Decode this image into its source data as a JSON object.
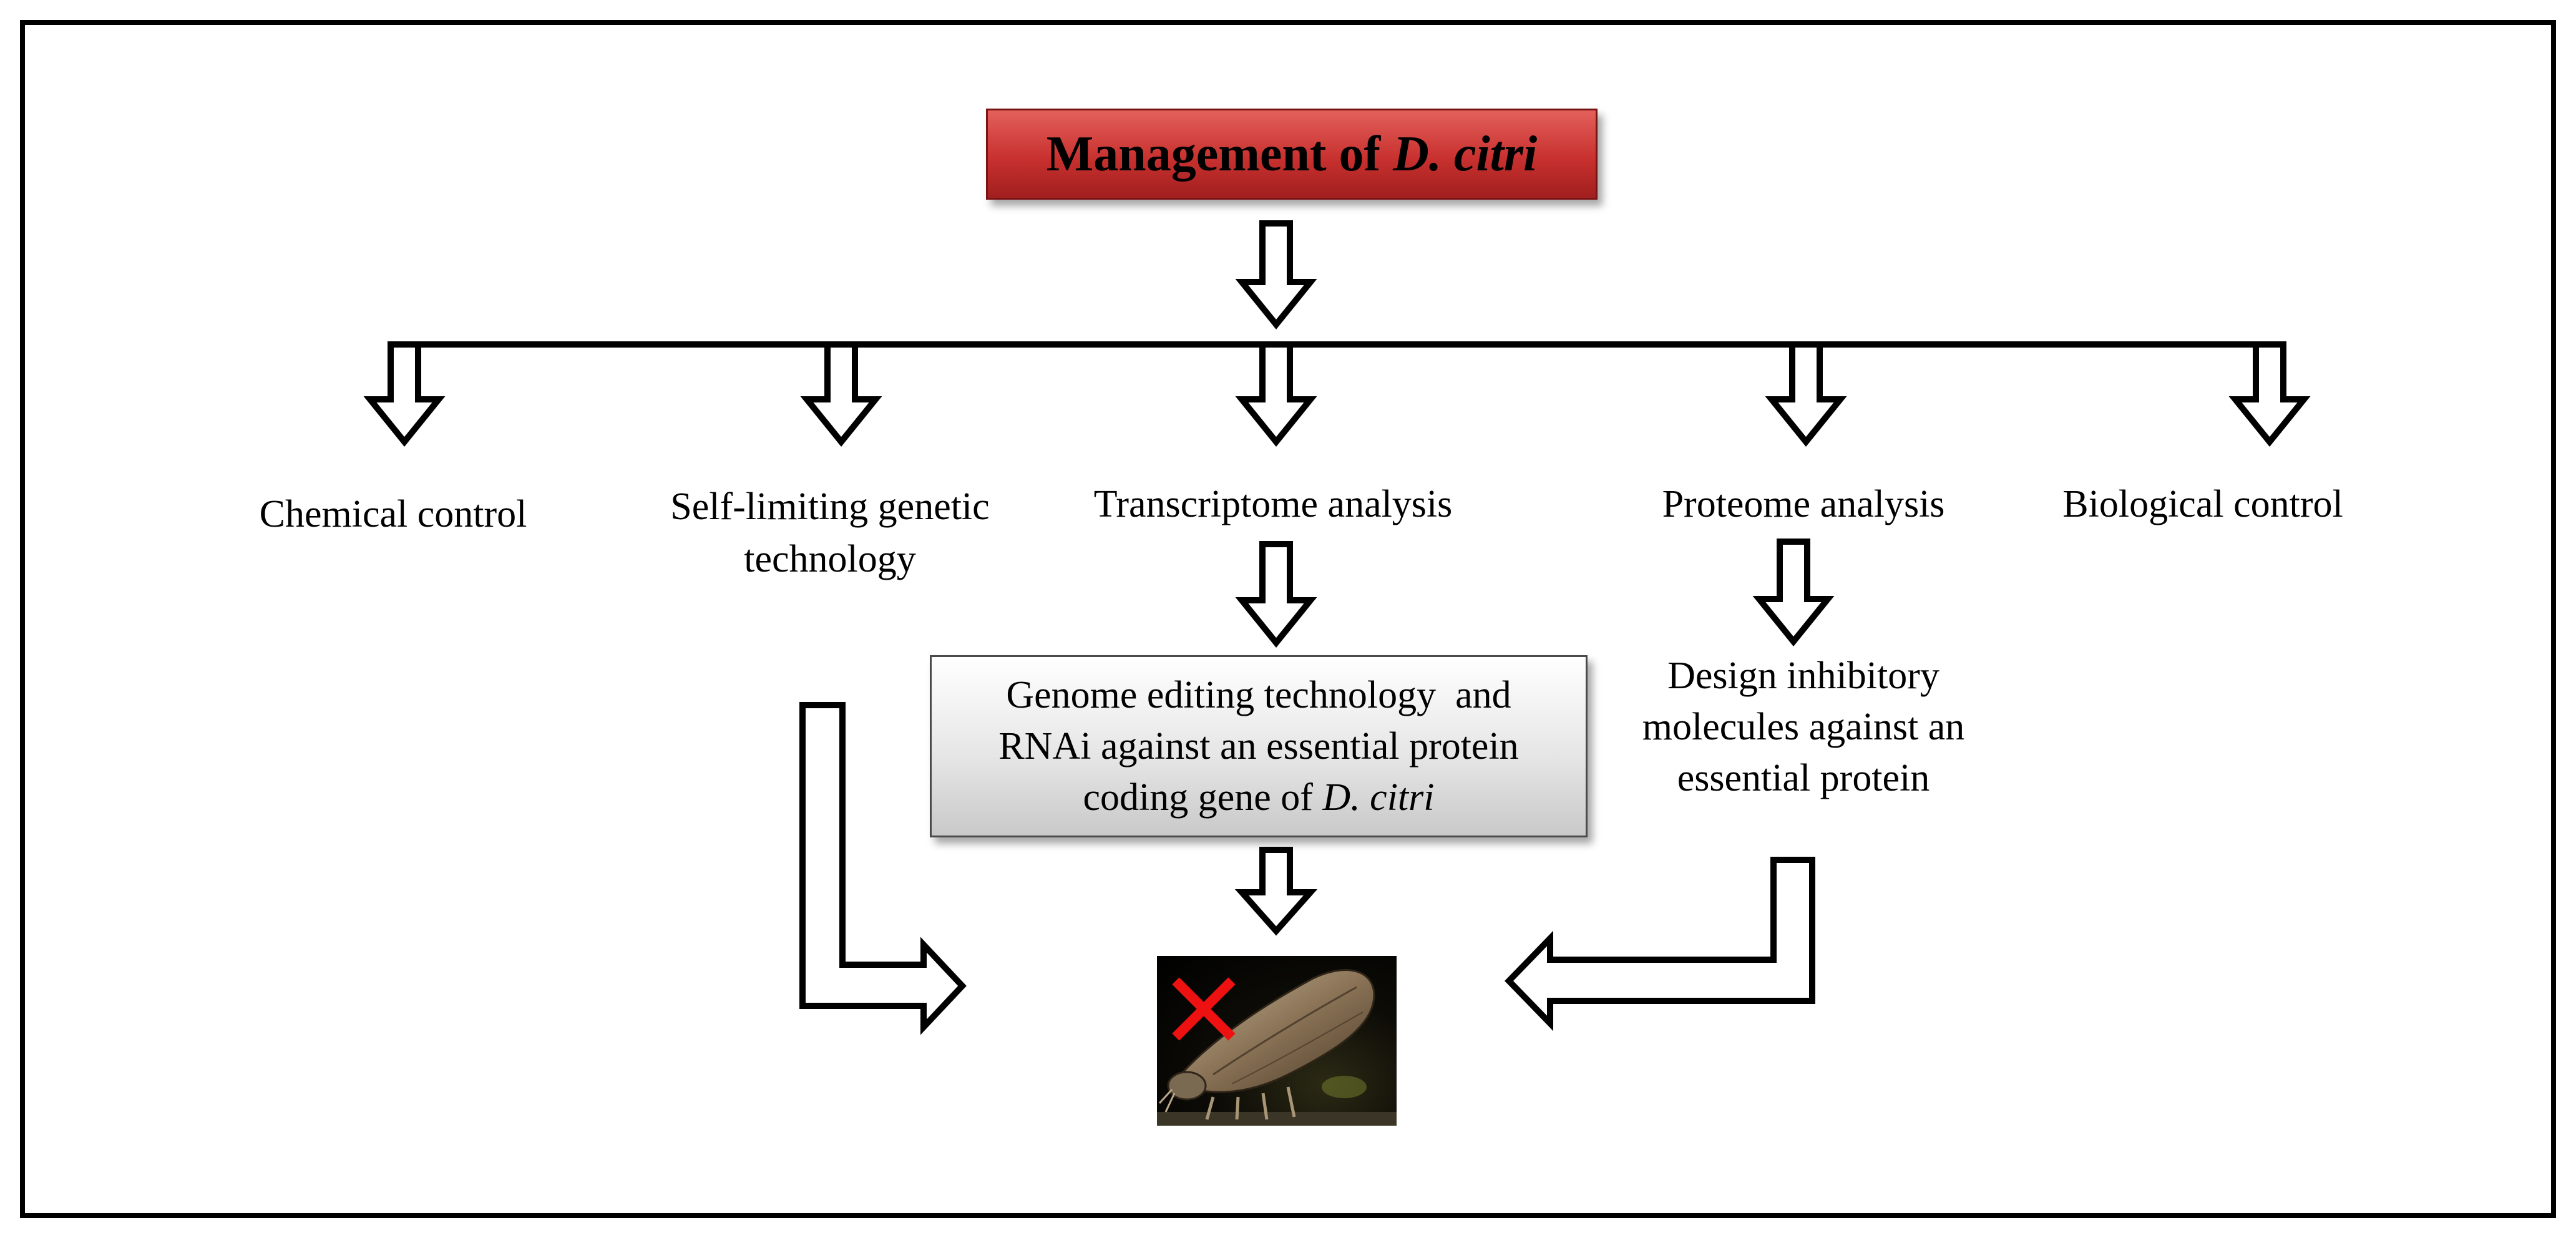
{
  "title": {
    "prefix": "Management of ",
    "species": "D. citri"
  },
  "branches": {
    "chemical": "Chemical control",
    "self_limiting_line1": "Self-limiting genetic",
    "self_limiting_line2": "technology",
    "transcriptome": "Transcriptome analysis",
    "proteome": "Proteome analysis",
    "biological": "Biological control"
  },
  "genome_box": {
    "line1": "Genome editing technology  and",
    "line2": "RNAi against an essential protein",
    "line3_prefix": "coding gene of ",
    "line3_species": "D. citri"
  },
  "inhibitor": {
    "line1": "Design inhibitory",
    "line2": "molecules against an",
    "line3": "essential protein"
  },
  "target_image": {
    "icon": "psyllid-insect-photo",
    "mark": "red-x-icon",
    "mark_color": "#ee1111"
  },
  "colors": {
    "title_fill": "#c8312f",
    "box_fill": "#e0e0e0",
    "stroke": "#000000"
  }
}
